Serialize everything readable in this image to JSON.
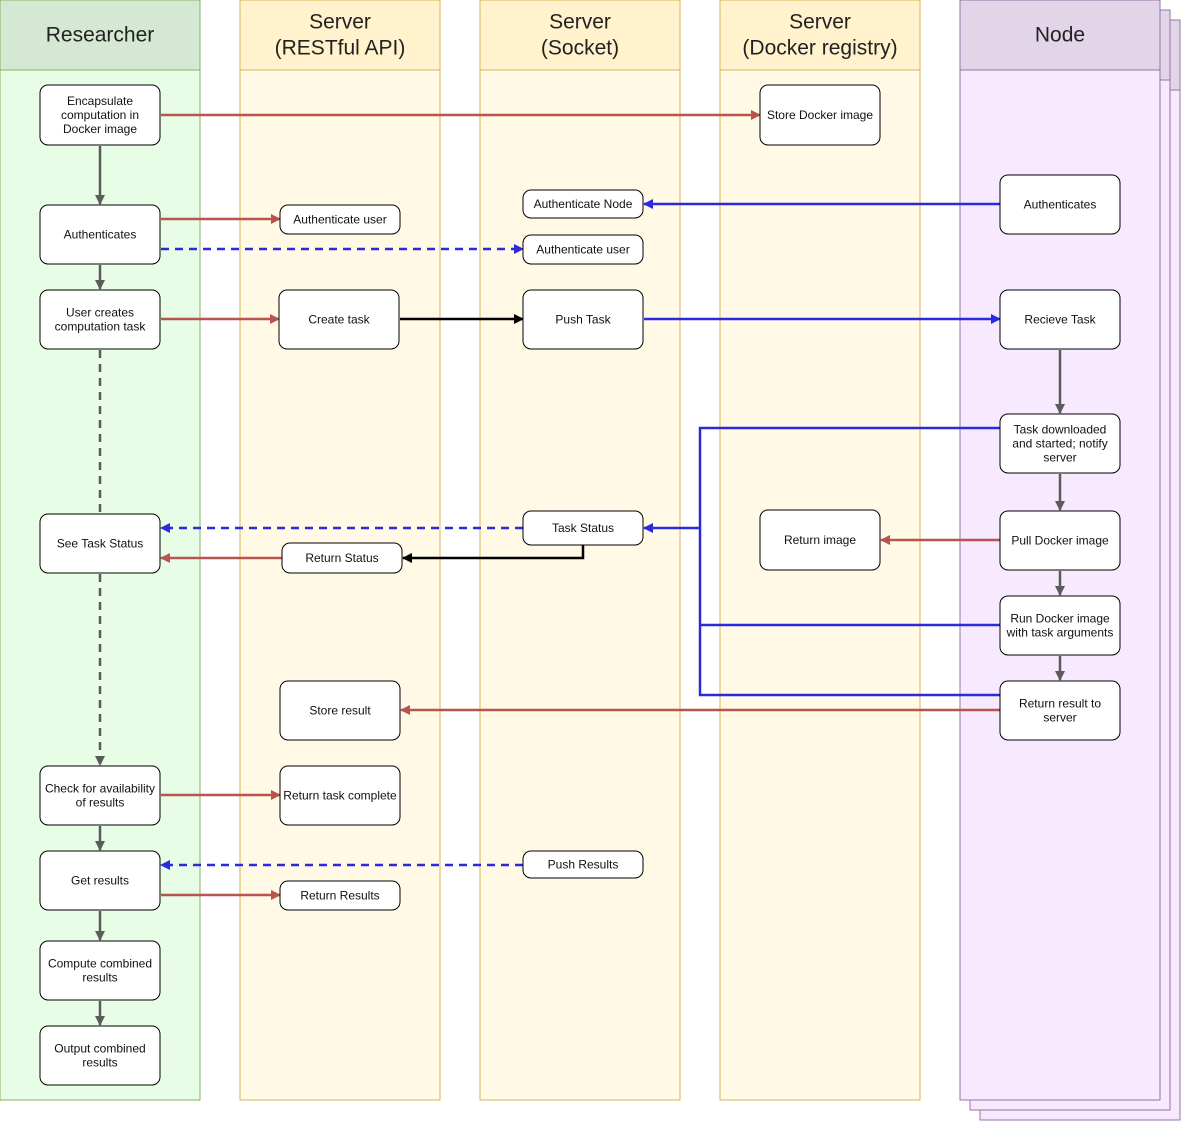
{
  "colors": {
    "researcher_header": "#d5e8d4",
    "researcher_stroke": "#82b366",
    "researcher_body": "#e8fde6",
    "server_header": "#fff2cc",
    "server_stroke": "#d6b656",
    "server_body": "#fff9e6",
    "node_header": "#e1d5e7",
    "node_stroke": "#9673a6",
    "node_body": "#f7eafe",
    "red_arrow": "#b85450",
    "blue_arrow": "#2b2bdd",
    "gray_arrow": "#5b5b5b",
    "black_arrow": "#000000"
  },
  "lanes": {
    "researcher": {
      "title": [
        "Researcher"
      ]
    },
    "rest": {
      "title": [
        "Server",
        "(RESTful API)"
      ]
    },
    "socket": {
      "title": [
        "Server",
        "(Socket)"
      ]
    },
    "registry": {
      "title": [
        "Server",
        "(Docker registry)"
      ]
    },
    "node": {
      "title": [
        "Node"
      ]
    }
  },
  "nodes": {
    "encapsulate": {
      "lines": [
        "Encapsulate",
        "computation in",
        "Docker image"
      ]
    },
    "r_authenticates": {
      "lines": [
        "Authenticates"
      ]
    },
    "create_task_user": {
      "lines": [
        "User creates",
        "computation task"
      ]
    },
    "see_status": {
      "lines": [
        "See Task Status"
      ]
    },
    "check_availability": {
      "lines": [
        "Check for availability",
        "of results"
      ]
    },
    "get_results": {
      "lines": [
        "Get results"
      ]
    },
    "compute_combined": {
      "lines": [
        "Compute combined",
        "results"
      ]
    },
    "output_combined": {
      "lines": [
        "Output combined",
        "results"
      ]
    },
    "api_auth_user": {
      "lines": [
        "Authenticate user"
      ]
    },
    "api_create_task": {
      "lines": [
        "Create task"
      ]
    },
    "api_return_status": {
      "lines": [
        "Return Status"
      ]
    },
    "api_store_result": {
      "lines": [
        "Store result"
      ]
    },
    "api_return_complete": {
      "lines": [
        "Return task complete"
      ]
    },
    "api_return_results": {
      "lines": [
        "Return Results"
      ]
    },
    "sock_auth_node": {
      "lines": [
        "Authenticate Node"
      ]
    },
    "sock_auth_user": {
      "lines": [
        "Authenticate user"
      ]
    },
    "sock_push_task": {
      "lines": [
        "Push Task"
      ]
    },
    "sock_task_status": {
      "lines": [
        "Task Status"
      ]
    },
    "sock_push_results": {
      "lines": [
        "Push Results"
      ]
    },
    "reg_store_image": {
      "lines": [
        "Store Docker image"
      ]
    },
    "reg_return_image": {
      "lines": [
        "Return image"
      ]
    },
    "node_authenticates": {
      "lines": [
        "Authenticates"
      ]
    },
    "node_receive": {
      "lines": [
        "Recieve Task"
      ]
    },
    "node_downloaded": {
      "lines": [
        "Task downloaded",
        "and started; notify",
        "server"
      ]
    },
    "node_pull": {
      "lines": [
        "Pull Docker image"
      ]
    },
    "node_run": {
      "lines": [
        "Run Docker image",
        "with task arguments"
      ]
    },
    "node_return": {
      "lines": [
        "Return result to",
        "server"
      ]
    }
  }
}
